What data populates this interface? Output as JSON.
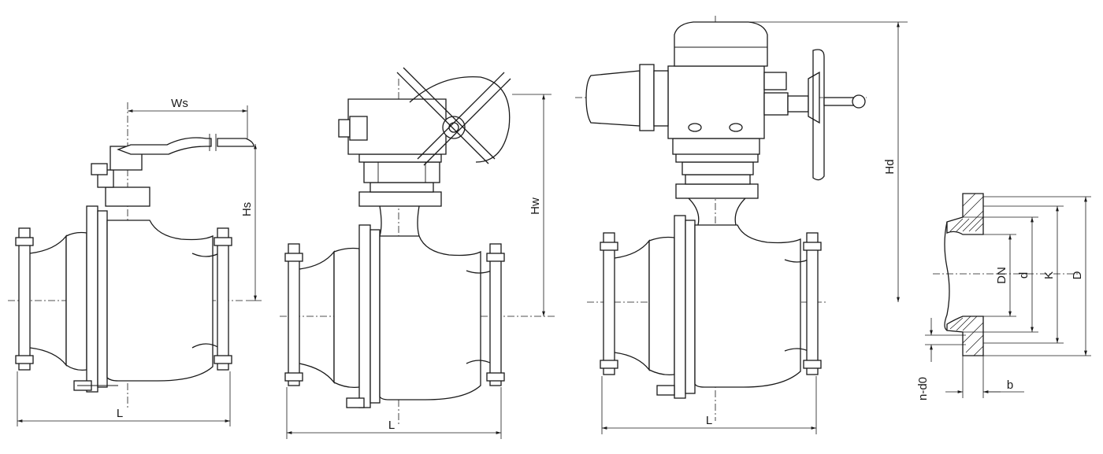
{
  "dimensions": {
    "lever_width": "Ws",
    "lever_height": "Hs",
    "length_lever": "L",
    "gear_height": "Hw",
    "length_gear": "L",
    "actuator_height": "Hd",
    "length_actuator": "L",
    "nominal_diameter": "DN",
    "bore": "d",
    "bolt_circle": "K",
    "flange_diameter": "D",
    "bolt_holes": "n-d0",
    "flange_thickness": "b"
  }
}
